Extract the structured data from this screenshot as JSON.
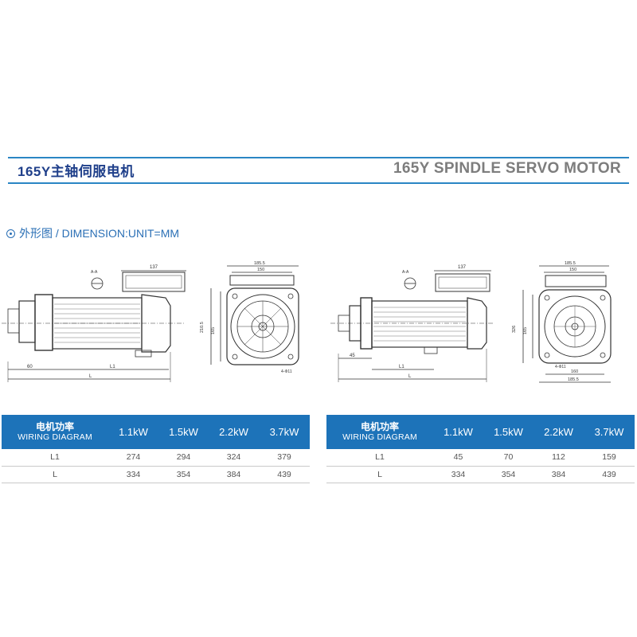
{
  "header": {
    "title_zh": "165Y主轴伺服电机",
    "title_en": "165Y SPINDLE SERVO MOTOR"
  },
  "dimension_heading": "外形图 / DIMENSION:UNIT=MM",
  "drawing_labels": {
    "d137": "137",
    "d185_5": "185.5",
    "d150": "150",
    "d165": "165",
    "d210_5": "210.5",
    "d326": "326",
    "d160": "160",
    "d60": "60",
    "d45": "45",
    "L1": "L1",
    "L": "L",
    "section": "A-A",
    "hole": "4-Φ11"
  },
  "tables": [
    {
      "header_zh": "电机功率",
      "header_en": "WIRING DIAGRAM",
      "powers": [
        "1.1kW",
        "1.5kW",
        "2.2kW",
        "3.7kW"
      ],
      "rows": [
        {
          "label": "L1",
          "values": [
            "274",
            "294",
            "324",
            "379"
          ]
        },
        {
          "label": "L",
          "values": [
            "334",
            "354",
            "384",
            "439"
          ]
        }
      ]
    },
    {
      "header_zh": "电机功率",
      "header_en": "WIRING DIAGRAM",
      "powers": [
        "1.1kW",
        "1.5kW",
        "2.2kW",
        "3.7kW"
      ],
      "rows": [
        {
          "label": "L1",
          "values": [
            "45",
            "70",
            "112",
            "159"
          ]
        },
        {
          "label": "L",
          "values": [
            "334",
            "354",
            "384",
            "439"
          ]
        }
      ]
    }
  ]
}
